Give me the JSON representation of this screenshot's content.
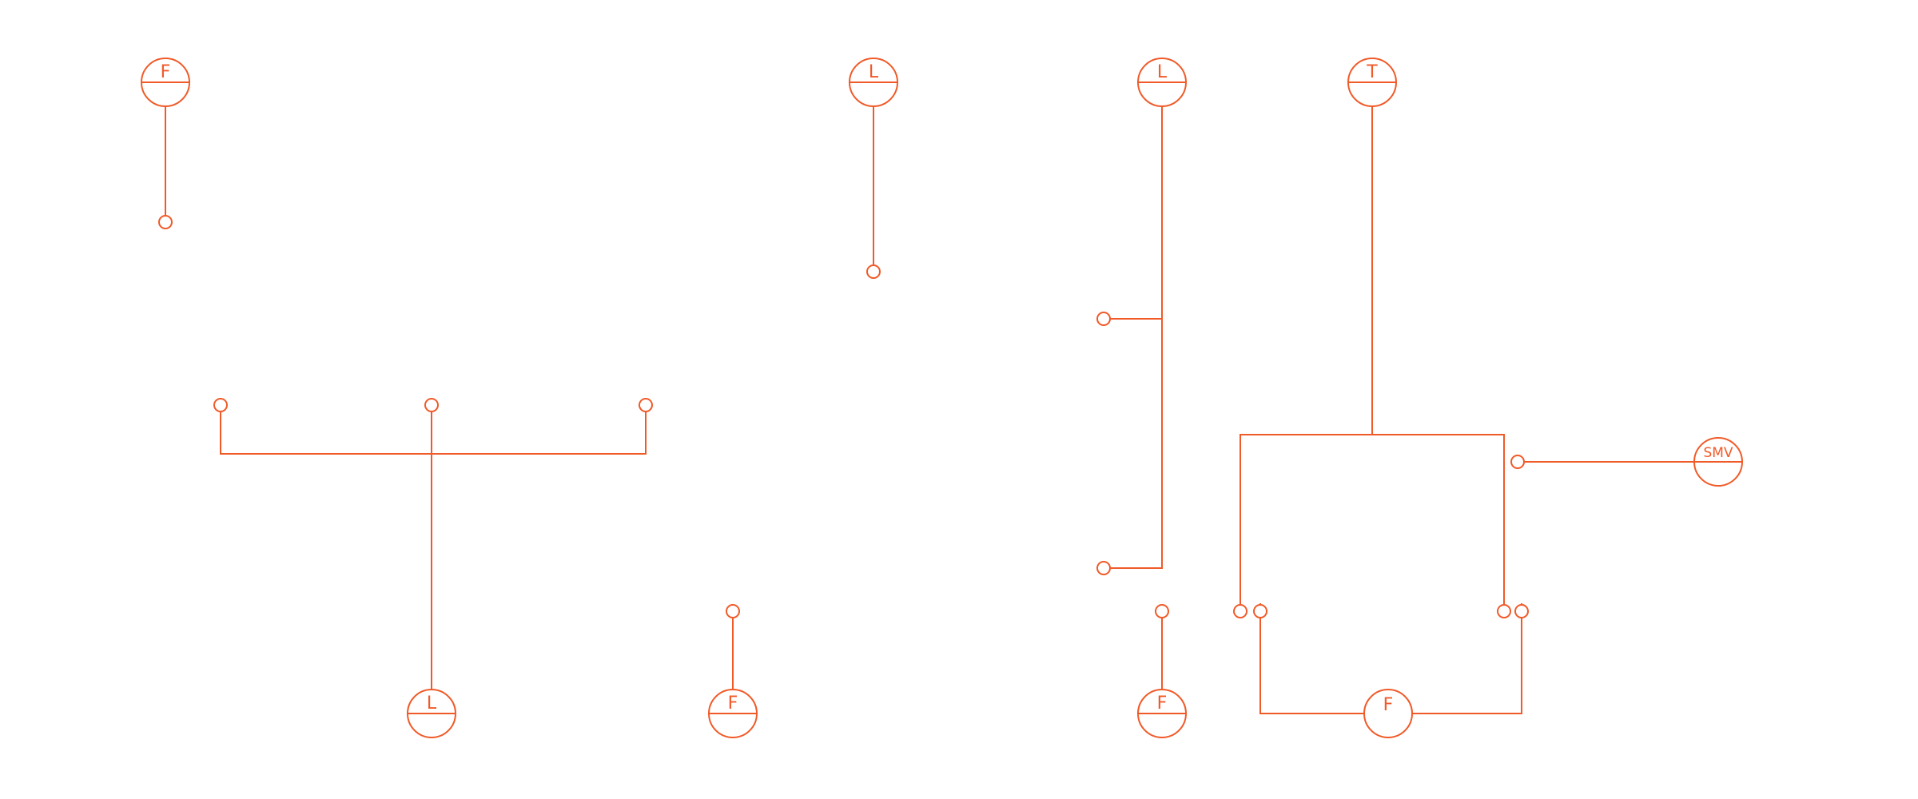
{
  "diagram": {
    "line_color": "#f05a28",
    "instruments": [
      {
        "id": "i1",
        "label": "F"
      },
      {
        "id": "i2",
        "label": "L"
      },
      {
        "id": "i3",
        "label": "L"
      },
      {
        "id": "i4",
        "label": "T"
      },
      {
        "id": "i5",
        "label": "SMV"
      },
      {
        "id": "i6",
        "label": "L"
      },
      {
        "id": "i7",
        "label": "F"
      },
      {
        "id": "i8",
        "label": "F"
      },
      {
        "id": "i9",
        "label": "F"
      }
    ]
  }
}
